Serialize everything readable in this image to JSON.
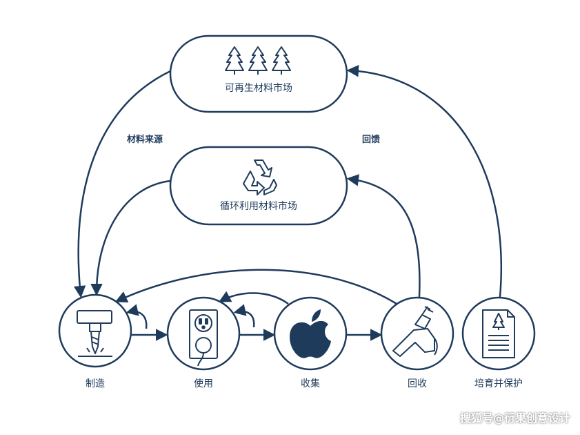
{
  "markets": {
    "renewable": {
      "label": "可再生材料市场",
      "icon": "trees-icon"
    },
    "recycled": {
      "label": "循环利用材料市场",
      "icon": "recycle-icon"
    }
  },
  "flows": {
    "source": "材料来源",
    "feedback": "回馈"
  },
  "stages": [
    {
      "key": "manufacture",
      "label": "制造",
      "icon": "drill-icon"
    },
    {
      "key": "use",
      "label": "使用",
      "icon": "outlet-icon"
    },
    {
      "key": "collect",
      "label": "收集",
      "icon": "apple-icon"
    },
    {
      "key": "recycle",
      "label": "回收",
      "icon": "unplug-icon"
    },
    {
      "key": "nurture",
      "label": "培育并保护",
      "icon": "document-tree-icon"
    }
  ],
  "watermark": "搜狐号@衍果创意设计",
  "colors": {
    "stroke": "#1f3b5c",
    "background": "#ffffff"
  }
}
